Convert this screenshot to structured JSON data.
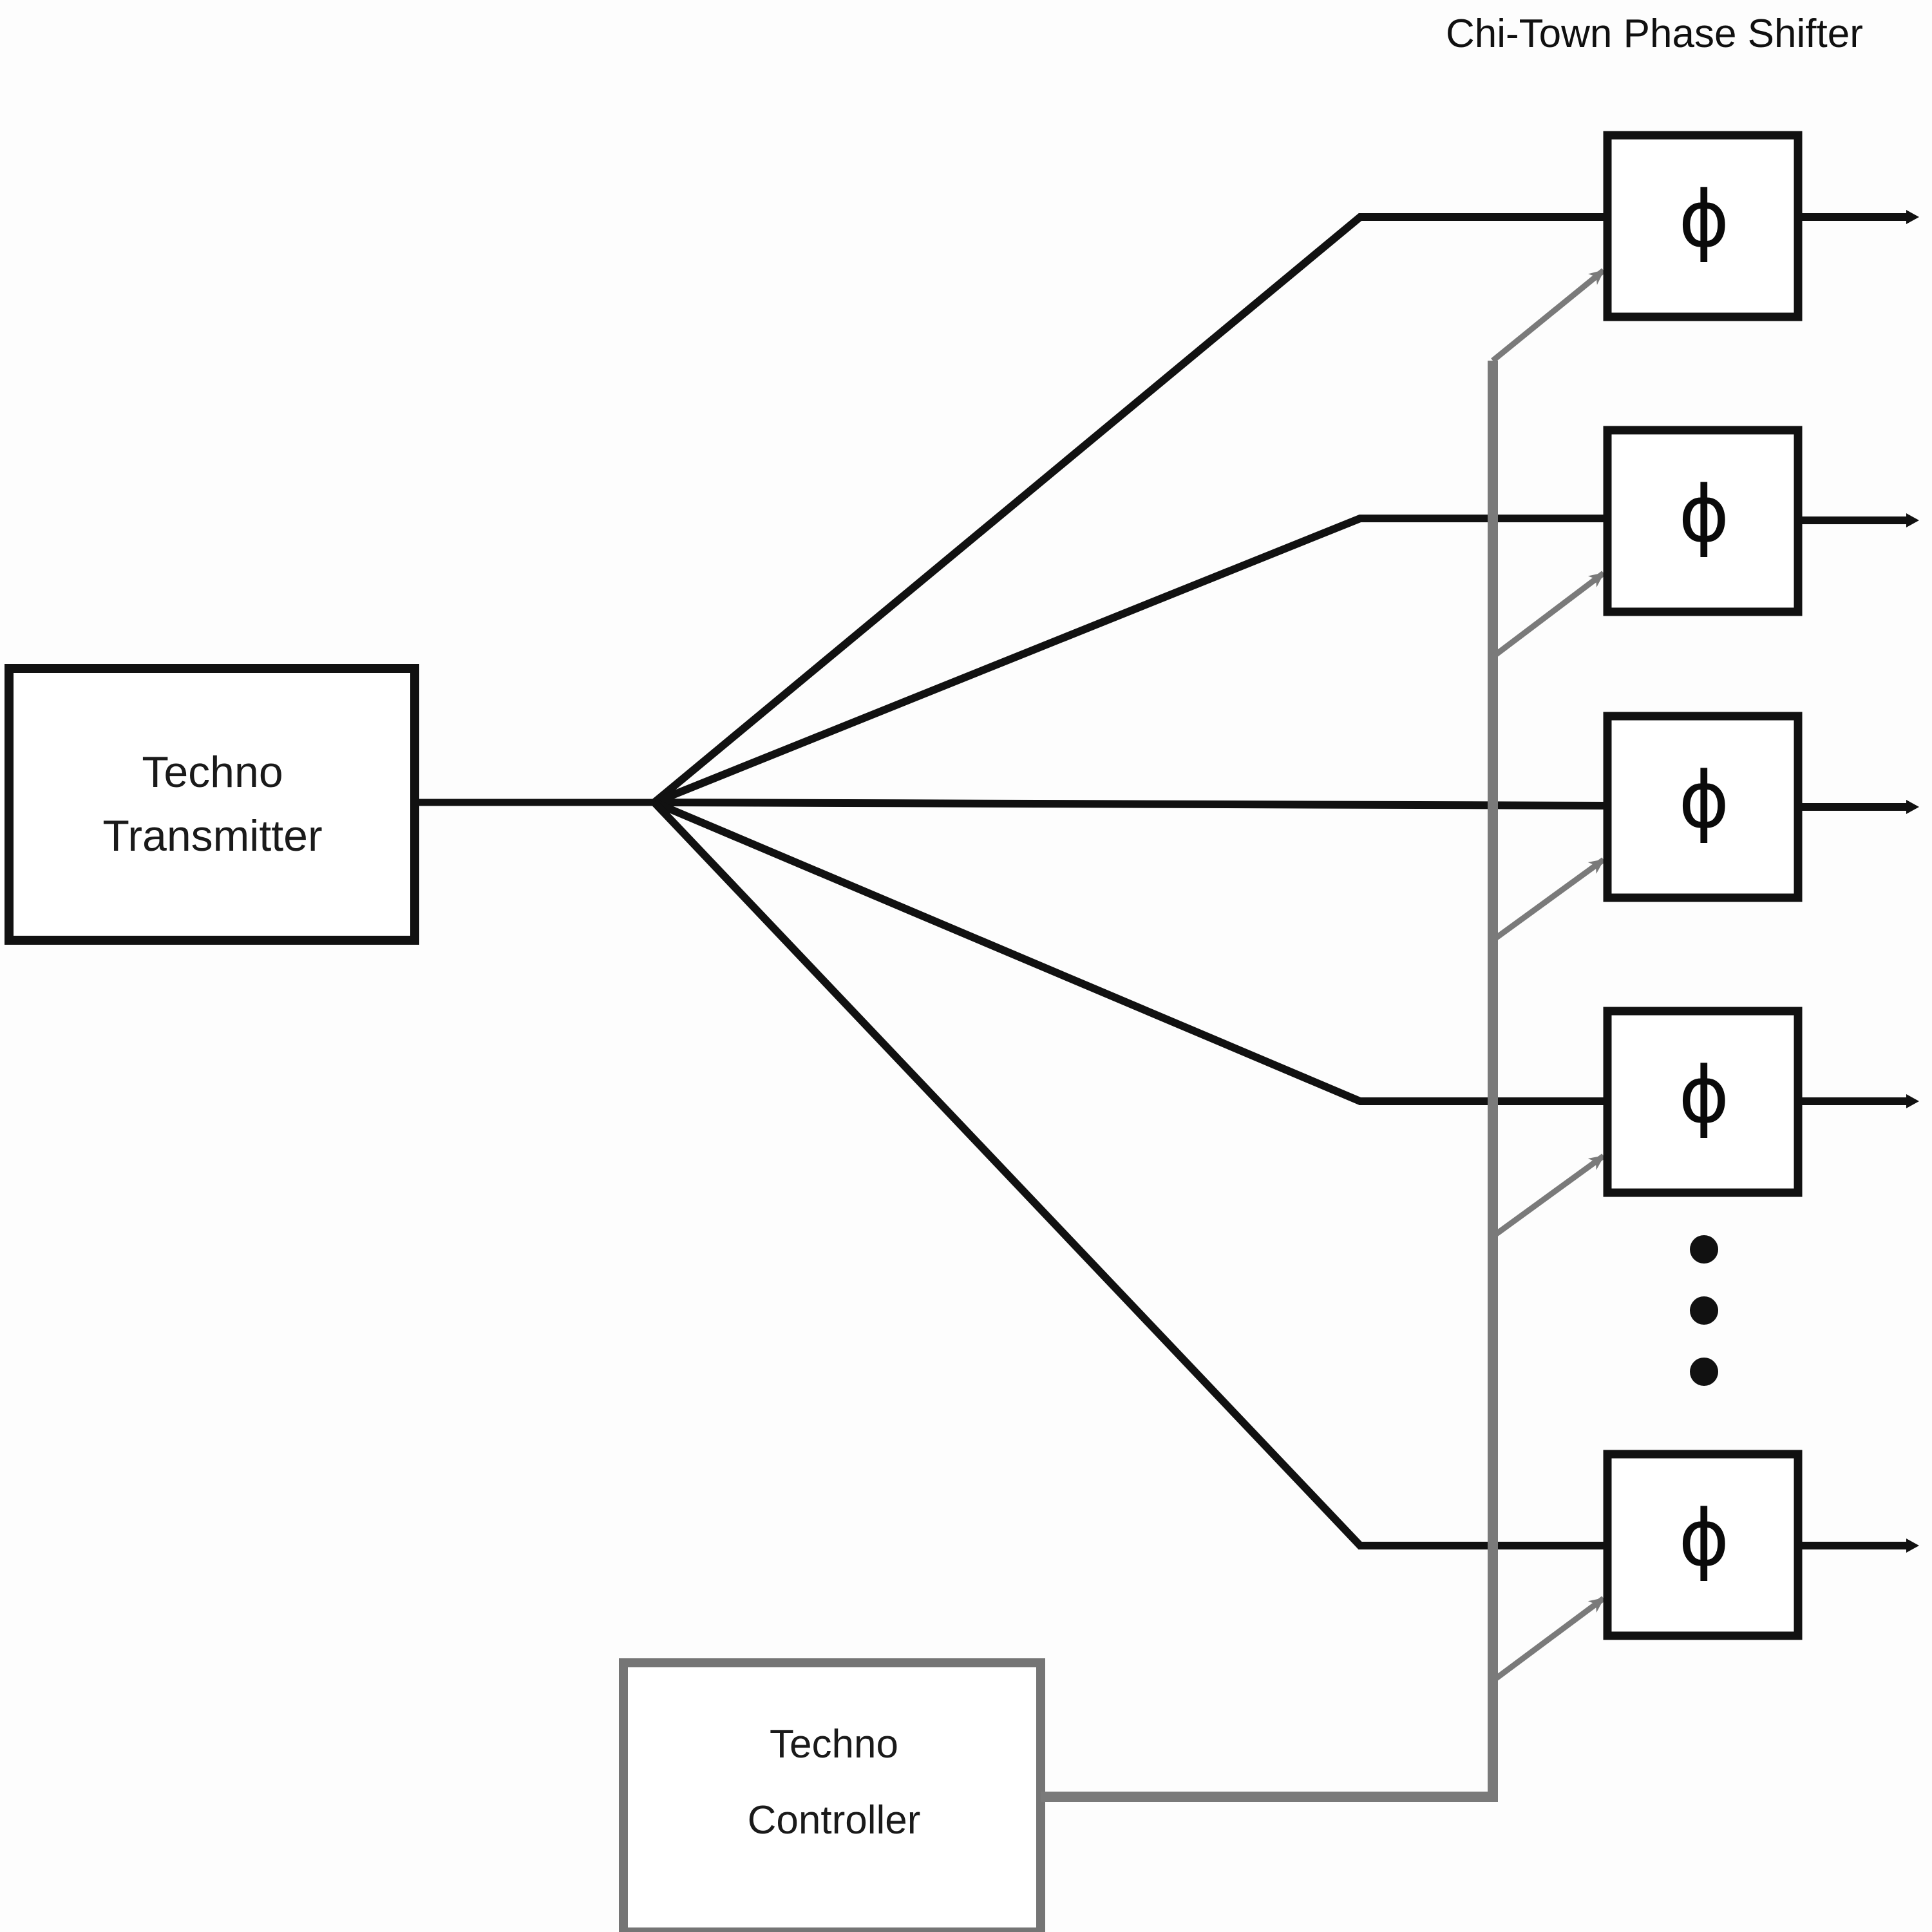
{
  "diagram": {
    "title": "Chi-Town Phase Shifter",
    "type": "phased-array-block-diagram",
    "colors": {
      "signal_line": "#111111",
      "control_line": "#7a7a7a",
      "box_border_black": "#111111",
      "box_border_gray": "#757575",
      "background": "#fdfdfd",
      "text": "#1a1a1a"
    }
  },
  "blocks": {
    "transmitter": {
      "label": "Techno\nTransmitter",
      "border": "black"
    },
    "controller": {
      "label": "Techno\nController",
      "border": "gray"
    },
    "phase_shifters": [
      {
        "symbol": "ϕ",
        "index": 1
      },
      {
        "symbol": "ϕ",
        "index": 2
      },
      {
        "symbol": "ϕ",
        "index": 3
      },
      {
        "symbol": "ϕ",
        "index": 4
      },
      {
        "symbol": "ϕ",
        "index": 5
      }
    ],
    "ellipsis": {
      "symbol": "⋮",
      "dot_count": 3,
      "meaning": "additional phase shifter channels omitted"
    }
  },
  "connections": {
    "splitter_fanout": 5,
    "signal_path": "transmitter -> power splitter -> phase shifters -> antenna elements",
    "control_path": "controller -> vertical control bus -> phase shifter control inputs",
    "antenna_outputs": 5
  }
}
